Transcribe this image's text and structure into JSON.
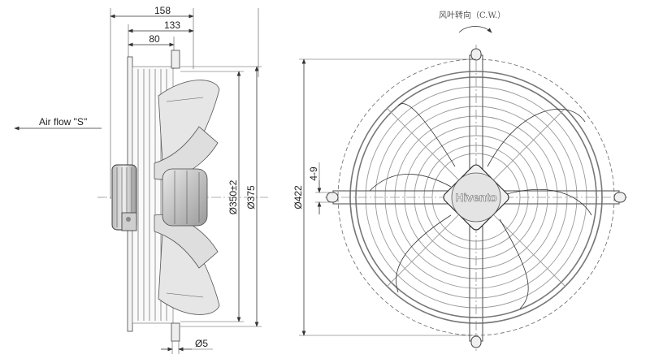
{
  "side_view": {
    "dim_overall_depth": "158",
    "dim_guard_depth": "133",
    "dim_motor_offset": "80",
    "dim_blade_dia": "Ø350±2",
    "dim_guard_dia": "Ø375",
    "dim_hole": "Ø5",
    "airflow_label": "Air flow \"S\""
  },
  "front_view": {
    "rotation_label": "风叶转向（C.W.）",
    "dim_outer_dia": "Ø422",
    "dim_slot": "4-9",
    "brand_logo": "Hivento"
  }
}
